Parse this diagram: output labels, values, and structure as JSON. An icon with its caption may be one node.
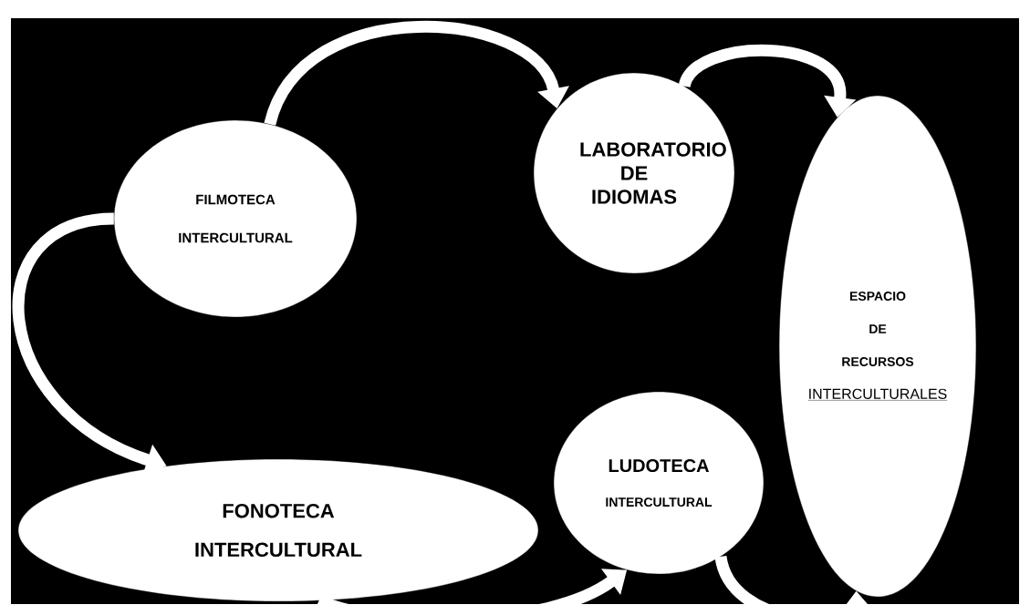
{
  "diagram": {
    "nodes": [
      {
        "text": [
          "FILMOTECA",
          "INTERCULTURAL"
        ]
      },
      {
        "text": [
          "LABORATORIO DE IDIOMAS"
        ]
      },
      {
        "text": [
          "ESPACIO",
          "DE",
          "RECURSOS",
          "INTERCULTURALES"
        ]
      },
      {
        "text": [
          "FONOTECA",
          "INTERCULTURAL"
        ]
      },
      {
        "text": [
          "LUDOTECA",
          "INTERCULTURAL"
        ]
      }
    ],
    "edges": [
      {
        "from": 0,
        "to": 1,
        "arrow": "to"
      },
      {
        "from": 0,
        "to": 3,
        "arrow": "to"
      },
      {
        "from": 1,
        "to": 2,
        "arrow": "to"
      },
      {
        "from": 3,
        "to": 4,
        "arrow": "to"
      },
      {
        "from": 4,
        "to": 2,
        "arrow": "to"
      }
    ]
  }
}
